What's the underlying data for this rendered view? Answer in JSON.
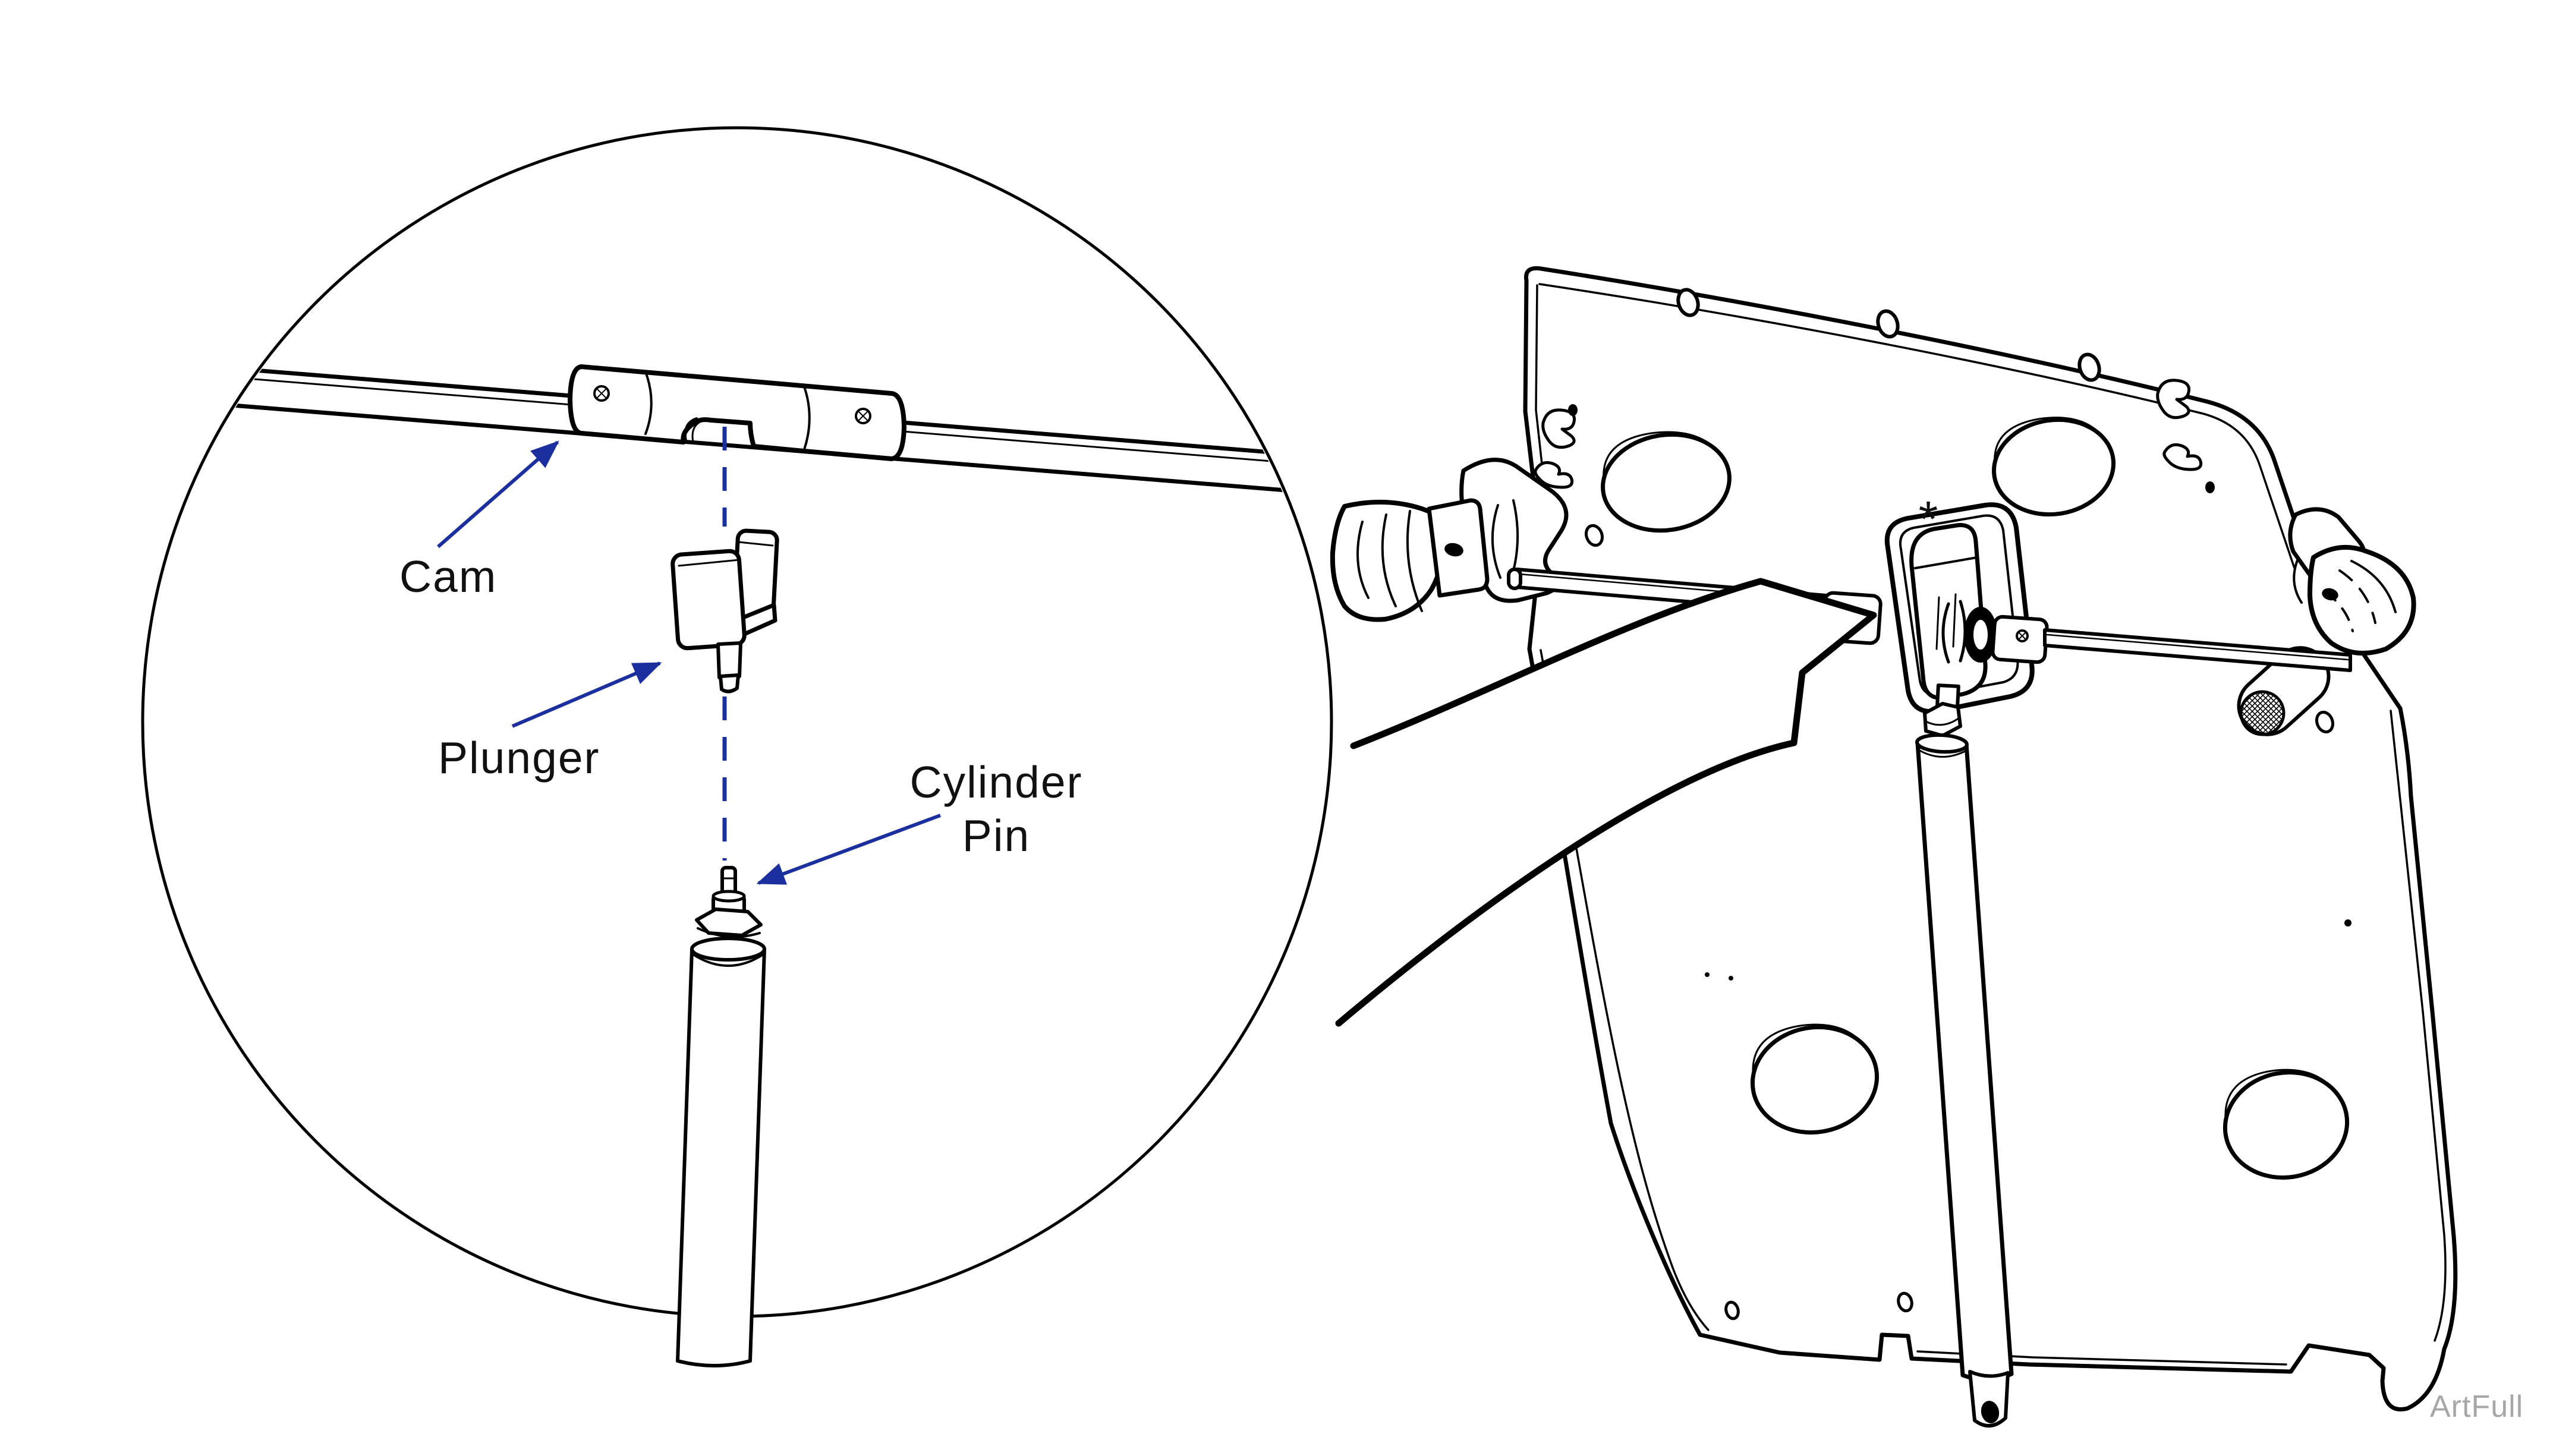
{
  "page": {
    "background_color": "#ffffff",
    "watermark": {
      "text": "ArtFull",
      "color": "#a7a7a7"
    }
  },
  "figure": {
    "type": "technical-parts-illustration",
    "description": "Magnified detail circle showing cam, plunger and cylinder pin alignment on a chair back panel gas-cylinder release assembly",
    "line_color": "#000000",
    "callout_color": "#1b2f9e",
    "labels": {
      "cam": "Cam",
      "plunger": "Plunger",
      "cylinder_pin_line1": "Cylinder",
      "cylinder_pin_line2": "Pin"
    },
    "marks": {
      "bracket_asterisk": "*"
    },
    "parts": [
      {
        "name": "cam",
        "label": "Cam"
      },
      {
        "name": "plunger",
        "label": "Plunger"
      },
      {
        "name": "cylinder-pin",
        "label": "Cylinder Pin"
      }
    ]
  }
}
